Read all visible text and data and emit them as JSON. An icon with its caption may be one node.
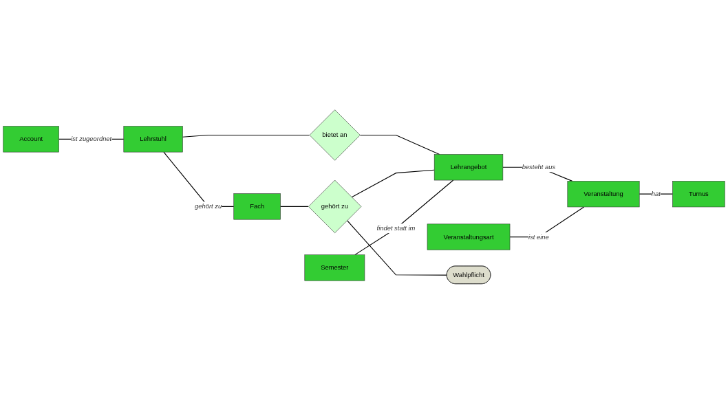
{
  "diagram": {
    "nodes": [
      {
        "text": [
          "Account"
        ]
      },
      {
        "text": [
          "Lehrstuhl"
        ]
      },
      {
        "text": [
          "Fach"
        ]
      },
      {
        "text": [
          "bietet an"
        ]
      },
      {
        "text": [
          "gehört zu"
        ]
      },
      {
        "text": [
          "Semester"
        ]
      },
      {
        "text": [
          "Lehrangebot"
        ]
      },
      {
        "text": [
          "Veranstaltungsart"
        ]
      },
      {
        "text": [
          "Veranstaltung"
        ]
      },
      {
        "text": [
          "Turnus"
        ]
      },
      {
        "text": [
          "Wahlpflicht"
        ]
      }
    ],
    "edges": [
      {
        "from": 0,
        "to": 1,
        "arrow": "none",
        "label": "ist zugeordnet"
      },
      {
        "from": 1,
        "to": 2,
        "arrow": "none",
        "label": "gehört zu"
      },
      {
        "from": 1,
        "to": 3,
        "arrow": "none"
      },
      {
        "from": 3,
        "to": 6,
        "arrow": "none"
      },
      {
        "from": 2,
        "to": 4,
        "arrow": "none"
      },
      {
        "from": 4,
        "to": 6,
        "arrow": "none"
      },
      {
        "from": 5,
        "to": 6,
        "arrow": "none",
        "label": "findet statt im"
      },
      {
        "from": 6,
        "to": 8,
        "arrow": "none",
        "label": "besteht aus"
      },
      {
        "from": 7,
        "to": 8,
        "arrow": "none",
        "label": "ist eine"
      },
      {
        "from": 8,
        "to": 9,
        "arrow": "none",
        "label": "hat"
      },
      {
        "from": 4,
        "to": 10,
        "arrow": "none"
      }
    ]
  }
}
